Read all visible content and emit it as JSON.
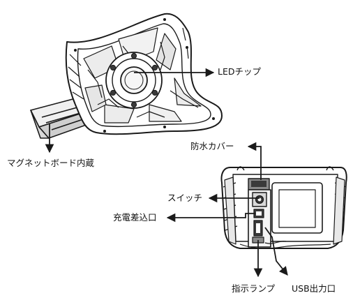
{
  "labels": {
    "led_chip": "LEDチップ",
    "magnet_board": "マグネットボード内蔵",
    "waterproof_cover": "防水カバー",
    "switch": "スイッチ",
    "charging_port": "充電差込口",
    "indicator_lamp": "指示ランプ",
    "usb_output": "USB出力口"
  },
  "colors": {
    "line": "#1a1a1a",
    "fill_dark": "#3a3a3a",
    "fill_mid": "#8a8a8a",
    "fill_light": "#e6e6e6",
    "background": "#ffffff"
  }
}
